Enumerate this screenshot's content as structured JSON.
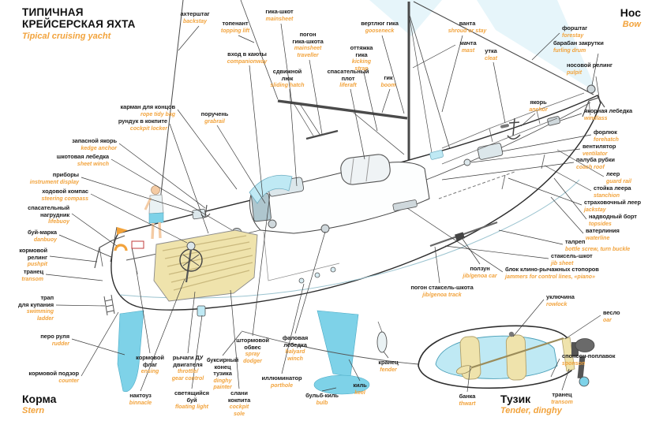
{
  "title": {
    "ru": "ТИПИЧНАЯ\nКРЕЙСЕРСКАЯ ЯХТА",
    "en": "Tipical cruising yacht"
  },
  "corners": {
    "bow": {
      "ru": "Нос",
      "en": "Bow"
    },
    "stern": {
      "ru": "Корма",
      "en": "Stern"
    },
    "tender": {
      "ru": "Тузик",
      "en": "Tender, dinghy"
    }
  },
  "colors": {
    "accent_orange": "#F2A33C",
    "cyan": "#7ED2E8",
    "cyan_light": "#BFE9F4",
    "tan": "#EFE3AC",
    "sail": "#E6F5FA",
    "line": "#2B2B2B"
  },
  "labels": [
    {
      "id": "backstay",
      "ru": "ахтерштаг",
      "en": "backstay"
    },
    {
      "id": "topping-lift",
      "ru": "топенант",
      "en": "topping lift"
    },
    {
      "id": "mainsheet",
      "ru": "гика-шкот",
      "en": "mainsheet"
    },
    {
      "id": "mainsheet-traveller",
      "ru": "погон\nгика-шкота",
      "en": "mainsheet\ntraveller"
    },
    {
      "id": "gooseneck",
      "ru": "вертлюг гика",
      "en": "gooseneck"
    },
    {
      "id": "shroud",
      "ru": "ванта",
      "en": "shroud or stay"
    },
    {
      "id": "mast",
      "ru": "мачта",
      "en": "mast"
    },
    {
      "id": "forestay",
      "ru": "форштаг",
      "en": "forestay"
    },
    {
      "id": "furling-drum",
      "ru": "барабан закрутки",
      "en": "furling drum"
    },
    {
      "id": "cleat",
      "ru": "утка",
      "en": "cleat"
    },
    {
      "id": "pulpit",
      "ru": "носовой релинг",
      "en": "pulpit"
    },
    {
      "id": "companionway",
      "ru": "вход в каюты",
      "en": "companionway"
    },
    {
      "id": "sliding-hatch",
      "ru": "сдвижной\nлюк",
      "en": "sliding hatch"
    },
    {
      "id": "kicking-strap",
      "ru": "оттяжка\nгика",
      "en": "kicking\nstrap"
    },
    {
      "id": "liferaft",
      "ru": "спасательный\nплот",
      "en": "liferaft"
    },
    {
      "id": "boom",
      "ru": "гик",
      "en": "boom"
    },
    {
      "id": "anchor",
      "ru": "якорь",
      "en": "anchor"
    },
    {
      "id": "windlass",
      "ru": "якорная лебедка",
      "en": "windlass"
    },
    {
      "id": "forehatch",
      "ru": "форлюк",
      "en": "forehatch"
    },
    {
      "id": "ventilator",
      "ru": "вентилятор",
      "en": "ventilator"
    },
    {
      "id": "coach-roof",
      "ru": "палуба рубки",
      "en": "coach roof"
    },
    {
      "id": "guard-rail",
      "ru": "леер",
      "en": "guard rail"
    },
    {
      "id": "stanchion",
      "ru": "стойка леера",
      "en": "stanchion"
    },
    {
      "id": "jackstay",
      "ru": "страховочный леер",
      "en": "jackstay"
    },
    {
      "id": "topsides",
      "ru": "надводный борт",
      "en": "topsides"
    },
    {
      "id": "waterline",
      "ru": "ватерлиния",
      "en": "waterline"
    },
    {
      "id": "bottle-screw",
      "ru": "талреп",
      "en": "bottle screw, turn buckle"
    },
    {
      "id": "jib-sheet",
      "ru": "стаксель-шкот",
      "en": "jib sheet"
    },
    {
      "id": "grabrail",
      "ru": "поручень",
      "en": "grabrail"
    },
    {
      "id": "rope-tidy-bag",
      "ru": "карман для концов",
      "en": "rope tidy bag"
    },
    {
      "id": "cockpit-locker",
      "ru": "рундук в кокпите",
      "en": "cockpit locker"
    },
    {
      "id": "kedge-anchor",
      "ru": "запасной якорь",
      "en": "kedge anchor"
    },
    {
      "id": "sheet-winch",
      "ru": "шкотовая лебедка",
      "en": "sheet winch"
    },
    {
      "id": "instrument-display",
      "ru": "приборы",
      "en": "instrument display"
    },
    {
      "id": "steering-compass",
      "ru": "ходовой компас",
      "en": "steering compass"
    },
    {
      "id": "lifebuoy",
      "ru": "спасательный\nнагрудник",
      "en": "lifebuoy"
    },
    {
      "id": "danbuoy",
      "ru": "буй-марка",
      "en": "danbuoy"
    },
    {
      "id": "pushpit",
      "ru": "кормовой\nрелинг",
      "en": "pushpit"
    },
    {
      "id": "transom-yacht",
      "ru": "транец",
      "en": "transom"
    },
    {
      "id": "swimming-ladder",
      "ru": "трап\nдля купания",
      "en": "swimming\nladder"
    },
    {
      "id": "rudder",
      "ru": "перо руля",
      "en": "rudder"
    },
    {
      "id": "counter",
      "ru": "кормовой подзор",
      "en": "counter"
    },
    {
      "id": "ensign",
      "ru": "кормовой\nфлаг",
      "en": "ensing"
    },
    {
      "id": "throttle-gear-control",
      "ru": "рычаги ДУ\nдвигателя",
      "en": "throttle/\ngear control"
    },
    {
      "id": "dinghy-painter",
      "ru": "буксирный\nконец\nтузика",
      "en": "dinghy\npainter"
    },
    {
      "id": "spray-dodger",
      "ru": "штормовой\nобвес",
      "en": "spray\ndodger"
    },
    {
      "id": "halyard-winch",
      "ru": "фаловая\nлебедка",
      "en": "halyard\nwinch"
    },
    {
      "id": "porthole",
      "ru": "иллюминатор",
      "en": "porthole"
    },
    {
      "id": "fender",
      "ru": "кранец",
      "en": "fender"
    },
    {
      "id": "binnacle",
      "ru": "нактоуз",
      "en": "binnacle"
    },
    {
      "id": "floating-light",
      "ru": "светящийся\nбуй",
      "en": "floating light"
    },
    {
      "id": "cockpit-sole",
      "ru": "слани\nкокпита",
      "en": "cockpit\nsole"
    },
    {
      "id": "bulb-keel",
      "ru": "бульб-киль",
      "en": "bulb"
    },
    {
      "id": "keel",
      "ru": "киль",
      "en": "keel"
    },
    {
      "id": "jib-genoa-car",
      "ru": "ползун",
      "en": "jib/genoa car"
    },
    {
      "id": "jammers",
      "ru": "блок клино-рычажных стопоров",
      "en": "jammers for control lines, «piano»"
    },
    {
      "id": "jib-genoa-track",
      "ru": "погон стаксель-шкота",
      "en": "jib/genoa track"
    },
    {
      "id": "rowlock",
      "ru": "уключина",
      "en": "rowlock"
    },
    {
      "id": "oar",
      "ru": "весло",
      "en": "oar"
    },
    {
      "id": "sponson",
      "ru": "спонсон-поплавок",
      "en": "sponson"
    },
    {
      "id": "thwart",
      "ru": "банка",
      "en": "thwart"
    },
    {
      "id": "transom-dinghy",
      "ru": "транец",
      "en": "transom"
    }
  ]
}
